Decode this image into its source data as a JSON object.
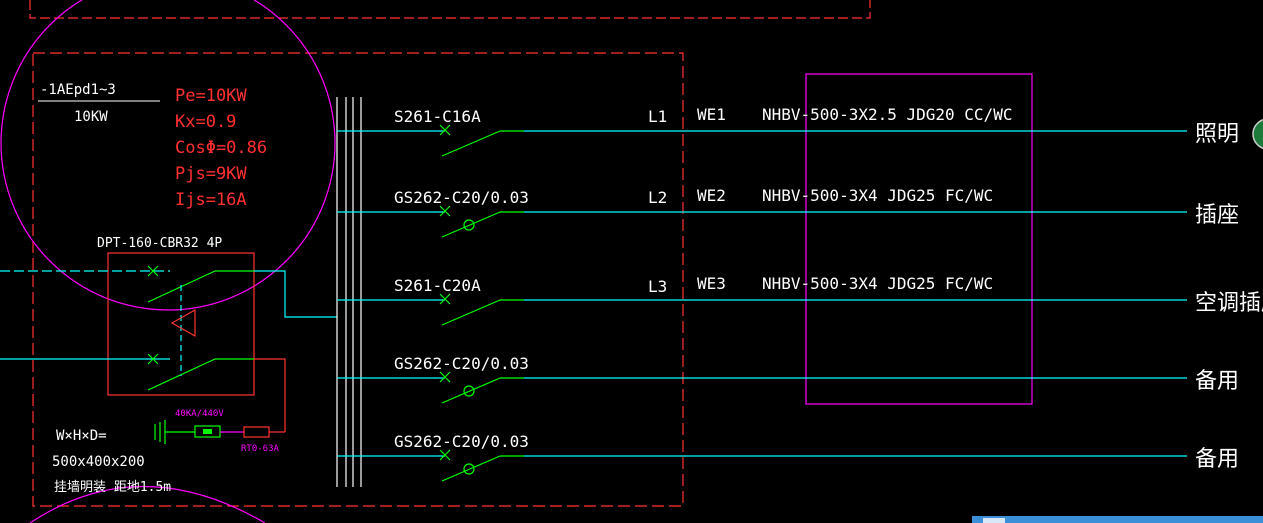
{
  "panel": {
    "id_label": "-1AEpd1~3",
    "power_label": "10KW",
    "calc": [
      "Pe=10KW",
      "Kx=0.9",
      "CosΦ=0.86",
      "Pjs=9KW",
      "Ijs=16A"
    ],
    "main_breaker": "DPT-160-CBR32 4P",
    "dims_label": "W×H×D=",
    "dims_value": "500x400x200",
    "install_note": "挂墙明装 距地1.5m",
    "spd_label": "40KA/440V",
    "fuse_label": "RT0-63A"
  },
  "circuits": [
    {
      "breaker": "S261-C16A",
      "phase": "L1",
      "code": "WE1",
      "cable": "NHBV-500-3X2.5 JDG20 CC/WC",
      "load": "照明",
      "rcd": false
    },
    {
      "breaker": "GS262-C20/0.03",
      "phase": "L2",
      "code": "WE2",
      "cable": "NHBV-500-3X4  JDG25 FC/WC",
      "load": "插座",
      "rcd": true
    },
    {
      "breaker": "S261-C20A",
      "phase": "L3",
      "code": "WE3",
      "cable": "NHBV-500-3X4  JDG25 FC/WC",
      "load": "空调插座",
      "rcd": false
    },
    {
      "breaker": "GS262-C20/0.03",
      "phase": "",
      "code": "",
      "cable": "",
      "load": "备用",
      "rcd": true
    },
    {
      "breaker": "GS262-C20/0.03",
      "phase": "",
      "code": "",
      "cable": "",
      "load": "备用",
      "rcd": true
    }
  ],
  "colors": {
    "background": "#000000",
    "frame": "#ff3333",
    "circle": "#ff00ff",
    "feeder": "#00ffff",
    "switch": "#00ff00",
    "text": "#ffffff",
    "calc_text": "#ff3030",
    "spd": "#ff00ff"
  }
}
